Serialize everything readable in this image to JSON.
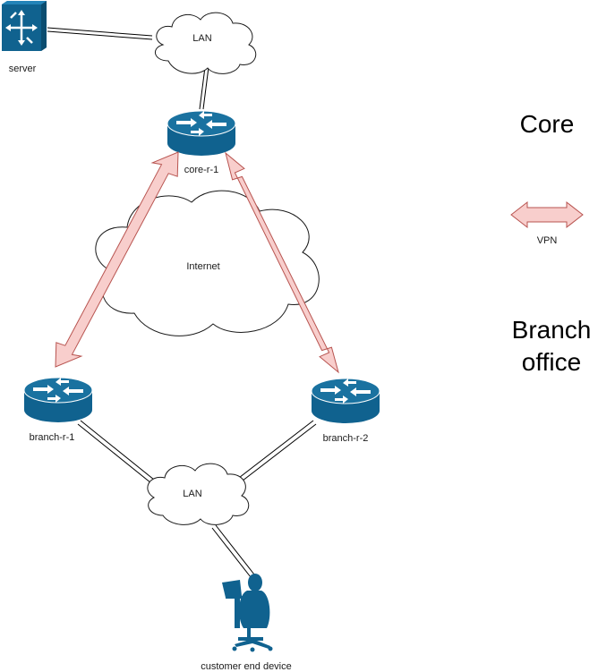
{
  "nodes": {
    "server": "server",
    "lan_top": "LAN",
    "core_router": "core-r-1",
    "internet": "Internet",
    "branch_router_1": "branch-r-1",
    "branch_router_2": "branch-r-2",
    "lan_bottom": "LAN",
    "customer": "customer end device"
  },
  "legend": {
    "core": "Core",
    "vpn": "VPN",
    "branch_line1": "Branch",
    "branch_line2": "office"
  },
  "colors": {
    "device": "#10628f",
    "vpn_fill": "#f8cecc",
    "vpn_stroke": "#b85450",
    "link": "#000000"
  },
  "icons": {
    "server": "server-icon",
    "router": "router-icon",
    "cloud": "cloud-icon",
    "person": "user-laptop-icon",
    "vpn": "double-arrow-icon"
  }
}
